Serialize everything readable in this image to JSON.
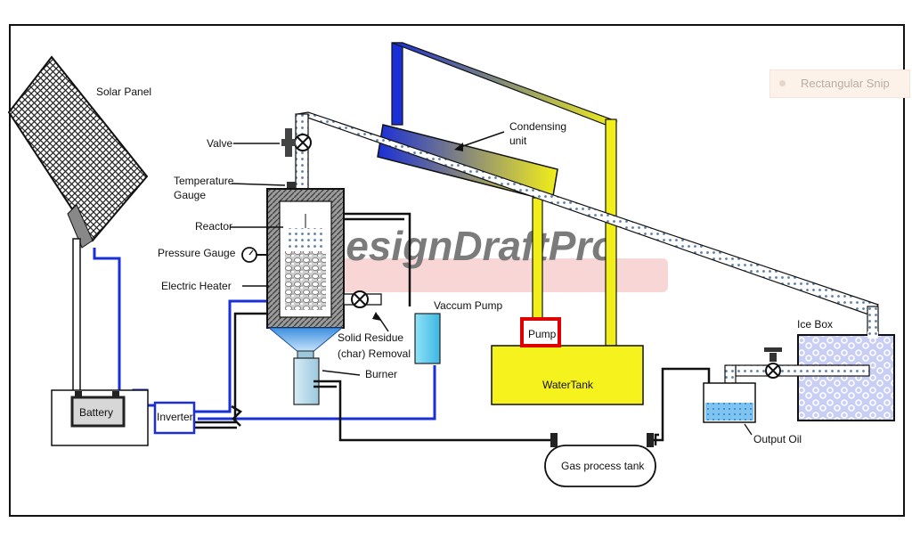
{
  "labels": {
    "solar_panel": "Solar Panel",
    "valve": "Valve",
    "temperature_gauge_1": "Temperature",
    "temperature_gauge_2": "Gauge",
    "reactor": "Reactor",
    "pressure_gauge": "Pressure Gauge",
    "electric_heater": "Electric Heater",
    "condensing_unit_1": "Condensing",
    "condensing_unit_2": "unit",
    "vaccum_pump": "Vaccum Pump",
    "solid_residue_1": "Solid Residue",
    "solid_residue_2": "(char) Removal",
    "burner": "Burner",
    "pump": "Pump",
    "water_tank": "WaterTank",
    "ice_box": "Ice Box",
    "battery": "Battery",
    "inverter": "Inverter",
    "output_oil": "Output Oil",
    "gas_process_tank": "Gas process tank"
  },
  "watermark": "DesignDraftPro",
  "snip_overlay": {
    "label": "Rectangular Snip"
  },
  "colors": {
    "blue_wire": "#1a2fd6",
    "yellow_pipe": "#f2ee1a",
    "water_tank": "#f6f21e",
    "pump_red": "#e10000",
    "ice_box": "#c9cef4",
    "watermark_red": "#e83a3a"
  }
}
